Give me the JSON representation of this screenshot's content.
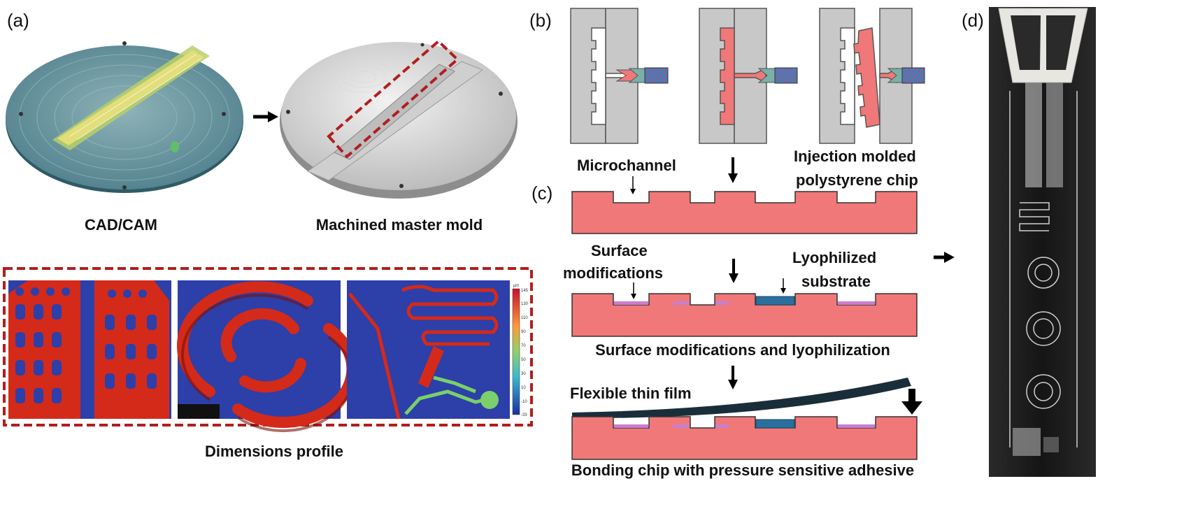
{
  "panels": {
    "a": "(a)",
    "b": "(b)",
    "c": "(c)",
    "d": "(d)"
  },
  "captions": {
    "cad_cam": "CAD/CAM",
    "master_mold": "Machined master mold",
    "dimensions": "Dimensions profile",
    "microchannel": "Microchannel",
    "injection_molded_1": "Injection molded",
    "injection_molded_2": "polystyrene chip",
    "surface_mod_1": "Surface",
    "surface_mod_2": "modifications",
    "lyophilized_1": "Lyophilized",
    "lyophilized_2": "substrate",
    "surface_and_lyo": "Surface modifications and lyophilization",
    "flexible_film": "Flexible thin film",
    "bonding": "Bonding chip with pressure sensitive adhesive"
  },
  "colorbar": {
    "unit": "µm",
    "ticks": [
      "145",
      "130",
      "110",
      "90",
      "70",
      "50",
      "30",
      "10",
      "-10",
      "-33"
    ]
  },
  "colors": {
    "chip": "#f07878",
    "chip_stroke": "#333333",
    "mold_gray": "#c8c8c8",
    "hydrophilic_pink": "#c77fd0",
    "lyophilized_blue": "#2a6f9e",
    "film": "#1a2e3a",
    "dash_red": "#b11e1e",
    "profile_blue": "#2d3fa8",
    "profile_red": "#d42a1a",
    "profile_green": "#7ad06a"
  }
}
